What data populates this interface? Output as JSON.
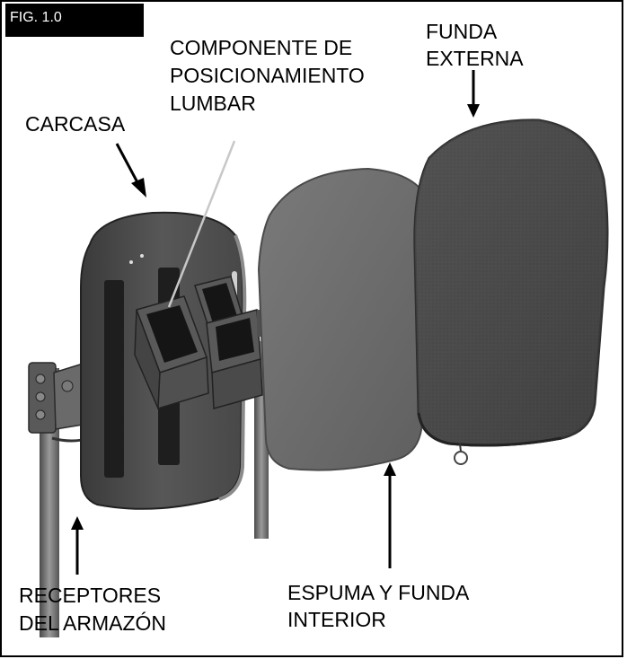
{
  "figure": {
    "tab_label": "FIG. 1.0"
  },
  "labels": {
    "lumbar_line1": "COMPONENTE DE",
    "lumbar_line2": "POSICIONAMIENTO",
    "lumbar_line3": "LUMBAR",
    "outer_line1": "FUNDA",
    "outer_line2": "EXTERNA",
    "shell": "CARCASA",
    "receivers_line1": "RECEPTORES",
    "receivers_line2": "DEL ARMAZÓN",
    "foam_line1": "ESPUMA Y FUNDA",
    "foam_line2": "INTERIOR"
  },
  "colors": {
    "outer_cover": "#4a4a4a",
    "foam": "#6d6d6d",
    "shell": "#505050",
    "lumbar_pad": "#4f4f4f",
    "velcro": "#1e1e1e",
    "frame_tube": "#707070"
  }
}
